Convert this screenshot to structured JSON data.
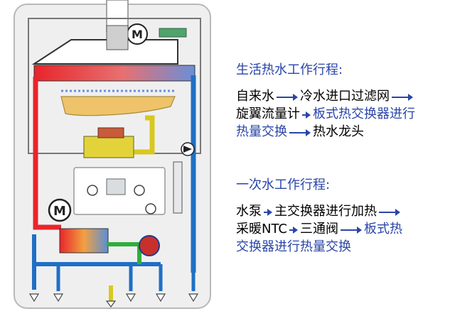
{
  "domestic_flow": {
    "title": "生活热水工作行程:",
    "line1": [
      "自来水",
      "冷水进口过滤网"
    ],
    "line2": [
      "旋翼流量计",
      "板式热交换器进行"
    ],
    "line3": [
      "热量交换",
      "热水龙头"
    ]
  },
  "primary_flow": {
    "title": "一次水工作行程:",
    "line1": [
      "水泵",
      "主交换器进行加热"
    ],
    "line2": [
      "采暖NTC",
      "三通阀",
      "板式热"
    ],
    "line3": "交换器进行热量交换"
  },
  "motor_label": "M",
  "colors": {
    "hot": "#e8252b",
    "cold": "#1f6fc4",
    "gas": "#d8c820",
    "heating_green": "#2fae3a",
    "text_blue": "#2a45a8",
    "panel": "#efeff0"
  }
}
